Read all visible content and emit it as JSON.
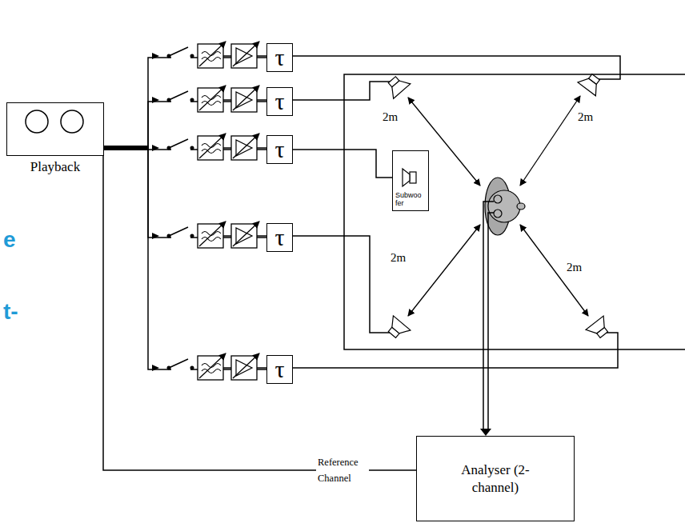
{
  "diagram": {
    "nodes": [
      {
        "text": [
          "Playback"
        ]
      },
      {
        "text": [
          "τ"
        ]
      },
      {
        "text": [
          "τ"
        ]
      },
      {
        "text": [
          "τ"
        ]
      },
      {
        "text": [
          "τ"
        ]
      },
      {
        "text": [
          "τ"
        ]
      },
      {
        "text": [
          "Subwoo fer"
        ]
      },
      {
        "text": [
          "Analyser (2-channel)"
        ]
      }
    ],
    "edges": [
      {
        "from": 0,
        "to": 1,
        "arrow": "none"
      },
      {
        "from": 0,
        "to": 2,
        "arrow": "none"
      },
      {
        "from": 0,
        "to": 3,
        "arrow": "none"
      },
      {
        "from": 0,
        "to": 4,
        "arrow": "none"
      },
      {
        "from": 0,
        "to": 5,
        "arrow": "none"
      },
      {
        "from": 3,
        "to": 6,
        "arrow": "none"
      },
      {
        "from": 0,
        "to": 7,
        "label": "Reference Channel",
        "arrow": "none"
      }
    ],
    "labels": [
      "2m",
      "2m",
      "2m",
      "2m",
      "e",
      "t-"
    ]
  }
}
